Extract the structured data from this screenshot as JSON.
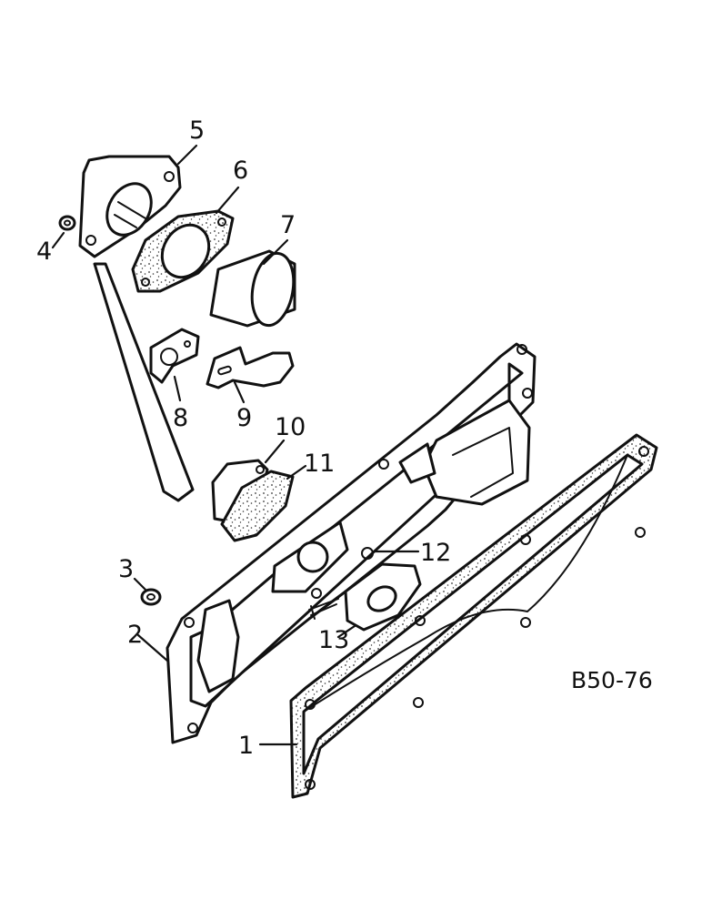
{
  "figure_code": "B50-76",
  "callouts": [
    "1",
    "2",
    "3",
    "4",
    "5",
    "6",
    "7",
    "8",
    "9",
    "10",
    "11",
    "12",
    "13"
  ]
}
